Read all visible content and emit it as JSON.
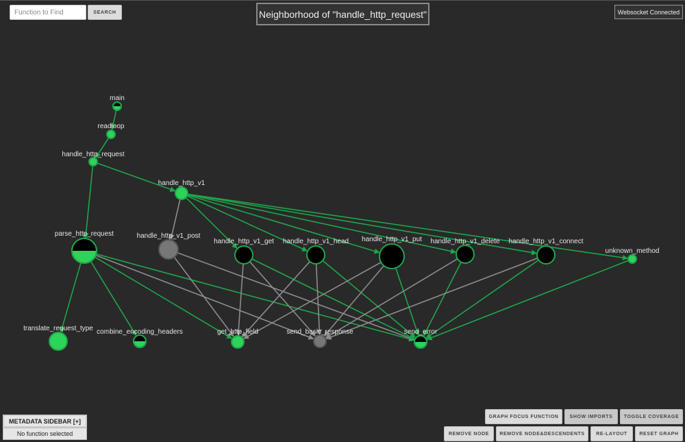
{
  "search": {
    "placeholder": "Function to Find",
    "value": "",
    "button_label": "SEARCH"
  },
  "header": {
    "title": "Neighborhood of \"handle_http_request\"",
    "status": "Websocket Connected"
  },
  "colors": {
    "covered": "#2ed35a",
    "uncovered": "#000000",
    "neutral": "#777777",
    "edge_green": "#1fa64a",
    "edge_gray": "#8c8c8c"
  },
  "graph": {
    "nodes": [
      {
        "id": "main",
        "label": "main",
        "coverage": "partial"
      },
      {
        "id": "readloop",
        "label": "readloop",
        "coverage": "covered"
      },
      {
        "id": "handle_http_request",
        "label": "handle_http_request",
        "coverage": "covered"
      },
      {
        "id": "handle_http_v1",
        "label": "handle_http_v1",
        "coverage": "covered"
      },
      {
        "id": "parse_http_request",
        "label": "parse_http_request",
        "coverage": "partial"
      },
      {
        "id": "handle_http_v1_post",
        "label": "handle_http_v1_post",
        "coverage": "neutral"
      },
      {
        "id": "handle_http_v1_get",
        "label": "handle_http_v1_get",
        "coverage": "uncovered"
      },
      {
        "id": "handle_http_v1_head",
        "label": "handle_http_v1_head",
        "coverage": "uncovered"
      },
      {
        "id": "handle_http_v1_put",
        "label": "handle_http_v1_put",
        "coverage": "uncovered"
      },
      {
        "id": "handle_http_v1_delete",
        "label": "handle_http_v1_delete",
        "coverage": "uncovered"
      },
      {
        "id": "handle_http_v1_connect",
        "label": "handle_http_v1_connect",
        "coverage": "uncovered"
      },
      {
        "id": "unknown_method",
        "label": "unknown_method",
        "coverage": "covered"
      },
      {
        "id": "translate_request_type",
        "label": "translate_request_type",
        "coverage": "covered"
      },
      {
        "id": "combine_encoding_headers",
        "label": "combine_encoding_headers",
        "coverage": "partial"
      },
      {
        "id": "get_http_field",
        "label": "get_http_field",
        "coverage": "covered"
      },
      {
        "id": "send_basic_response",
        "label": "send_basic_response",
        "coverage": "neutral"
      },
      {
        "id": "send_error",
        "label": "send_error",
        "coverage": "partial"
      }
    ],
    "edges": [
      {
        "from": "main",
        "to": "readloop",
        "kind": "green"
      },
      {
        "from": "readloop",
        "to": "handle_http_request",
        "kind": "green"
      },
      {
        "from": "handle_http_request",
        "to": "handle_http_v1",
        "kind": "green"
      },
      {
        "from": "handle_http_request",
        "to": "parse_http_request",
        "kind": "green"
      },
      {
        "from": "handle_http_v1",
        "to": "handle_http_v1_post",
        "kind": "gray"
      },
      {
        "from": "handle_http_v1",
        "to": "handle_http_v1_get",
        "kind": "green"
      },
      {
        "from": "handle_http_v1",
        "to": "handle_http_v1_head",
        "kind": "green"
      },
      {
        "from": "handle_http_v1",
        "to": "handle_http_v1_put",
        "kind": "green"
      },
      {
        "from": "handle_http_v1",
        "to": "handle_http_v1_delete",
        "kind": "green"
      },
      {
        "from": "handle_http_v1",
        "to": "handle_http_v1_connect",
        "kind": "green"
      },
      {
        "from": "handle_http_v1",
        "to": "unknown_method",
        "kind": "green"
      },
      {
        "from": "parse_http_request",
        "to": "translate_request_type",
        "kind": "green"
      },
      {
        "from": "parse_http_request",
        "to": "combine_encoding_headers",
        "kind": "green"
      },
      {
        "from": "parse_http_request",
        "to": "get_http_field",
        "kind": "green"
      },
      {
        "from": "parse_http_request",
        "to": "send_error",
        "kind": "green"
      },
      {
        "from": "parse_http_request",
        "to": "send_basic_response",
        "kind": "gray"
      },
      {
        "from": "handle_http_v1_post",
        "to": "get_http_field",
        "kind": "gray"
      },
      {
        "from": "handle_http_v1_post",
        "to": "send_error",
        "kind": "gray"
      },
      {
        "from": "handle_http_v1_get",
        "to": "get_http_field",
        "kind": "gray"
      },
      {
        "from": "handle_http_v1_get",
        "to": "send_basic_response",
        "kind": "gray"
      },
      {
        "from": "handle_http_v1_get",
        "to": "send_error",
        "kind": "green"
      },
      {
        "from": "handle_http_v1_head",
        "to": "get_http_field",
        "kind": "gray"
      },
      {
        "from": "handle_http_v1_head",
        "to": "send_basic_response",
        "kind": "gray"
      },
      {
        "from": "handle_http_v1_head",
        "to": "send_error",
        "kind": "green"
      },
      {
        "from": "handle_http_v1_put",
        "to": "get_http_field",
        "kind": "gray"
      },
      {
        "from": "handle_http_v1_put",
        "to": "send_basic_response",
        "kind": "gray"
      },
      {
        "from": "handle_http_v1_put",
        "to": "send_error",
        "kind": "green"
      },
      {
        "from": "handle_http_v1_delete",
        "to": "send_basic_response",
        "kind": "gray"
      },
      {
        "from": "handle_http_v1_delete",
        "to": "send_error",
        "kind": "green"
      },
      {
        "from": "handle_http_v1_connect",
        "to": "send_basic_response",
        "kind": "gray"
      },
      {
        "from": "handle_http_v1_connect",
        "to": "send_error",
        "kind": "green"
      },
      {
        "from": "unknown_method",
        "to": "send_error",
        "kind": "green"
      }
    ]
  },
  "controls": {
    "graph_focus": "GRAPH FOCUS FUNCTION",
    "show_imports": "SHOW IMPORTS",
    "toggle_coverage": "TOGGLE COVERAGE",
    "remove_node": "REMOVE NODE",
    "remove_desc": "REMOVE NODE&DESCENDENTS",
    "relayout": "RE-LAYOUT",
    "reset": "RESET GRAPH"
  },
  "sidebar": {
    "title": "METADATA SIDEBAR [+]",
    "content": "No function selected"
  }
}
